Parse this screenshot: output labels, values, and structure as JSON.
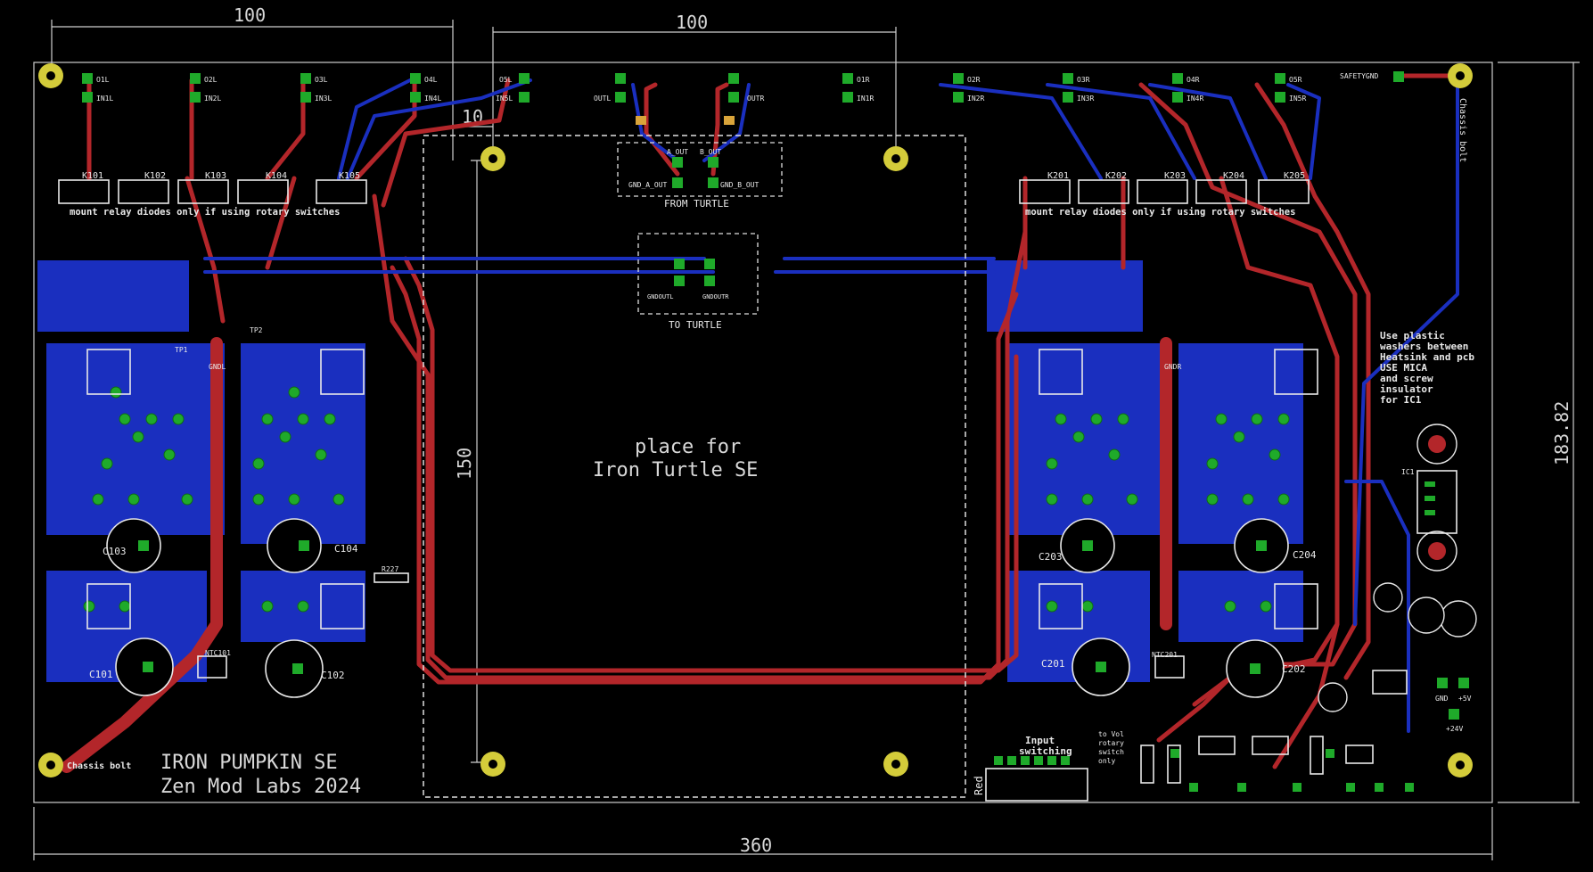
{
  "dimensions": {
    "top_left": "100",
    "top_center": "100",
    "small": "10",
    "height_vertical": "150",
    "board_height": "183.82",
    "board_width": "360"
  },
  "center": {
    "place_line1": "place for",
    "place_line2": "Iron Turtle SE",
    "from_turtle": "FROM TURTLE",
    "to_turtle": "TO TURTLE"
  },
  "title": {
    "line1": "IRON PUMPKIN SE",
    "line2": "Zen Mod Labs 2024"
  },
  "notes": {
    "relay_left": "mount relay diodes only if using rotary switches",
    "relay_right": "mount relay diodes only if using rotary switches",
    "chassis_right": "Chassis bolt",
    "chassis_left": "Chassis bolt",
    "safety": "SAFETYGND",
    "washers": [
      "Use plastic",
      "washers between",
      "Heatsink and pcb",
      "USE MICA",
      "and screw",
      "insulator",
      "for IC1"
    ],
    "input_switching": [
      "Input",
      "switching"
    ],
    "to_vol": [
      "to Vol",
      "rotary",
      "switch",
      "only"
    ],
    "red": "Red"
  },
  "connectors_top_left": [
    [
      "O1L",
      "IN1L"
    ],
    [
      "O2L",
      "IN2L"
    ],
    [
      "O3L",
      "IN3L"
    ],
    [
      "O4L",
      "IN4L"
    ],
    [
      "O5L",
      "IN5L"
    ]
  ],
  "connectors_top_right": [
    [
      "O1R",
      "IN1R"
    ],
    [
      "O2R",
      "IN2R"
    ],
    [
      "O3R",
      "IN3R"
    ],
    [
      "O4R",
      "IN4R"
    ],
    [
      "O5R",
      "IN5R"
    ]
  ],
  "relays_left": [
    "K101",
    "K102",
    "K103",
    "K104",
    "K105"
  ],
  "relays_right": [
    "K201",
    "K202",
    "K203",
    "K204",
    "K205"
  ],
  "caps_left": [
    "C103",
    "C104",
    "C101",
    "C102"
  ],
  "caps_right": [
    "C203",
    "C204",
    "C201",
    "C202"
  ],
  "parts": {
    "ntc_left": "NTC101",
    "ntc_right": "NTC201",
    "r227": "R227",
    "gndl": "GNDL",
    "gndr": "GNDR",
    "tp1": "TP1",
    "tp2": "TP2",
    "ic1": "IC1",
    "a_out": "A_OUT",
    "b_out": "B_OUT",
    "gnd_a_out": "GND_A_OUT",
    "gnd_b_out": "GND_B_OUT",
    "gndoutl": "GNDOUTL",
    "gndoutr": "GNDOUTR",
    "outl": "OUTL",
    "outr": "OUTR",
    "gnd": "GND",
    "p5v": "+5V",
    "p24v": "+24V"
  },
  "colors": {
    "background": "#000000",
    "copper_top": "#b3262a",
    "copper_bottom": "#1a2fbf",
    "pads": "#1faa2a",
    "silkscreen": "#e8e8e8",
    "mount_hole": "#d4cc3a"
  }
}
